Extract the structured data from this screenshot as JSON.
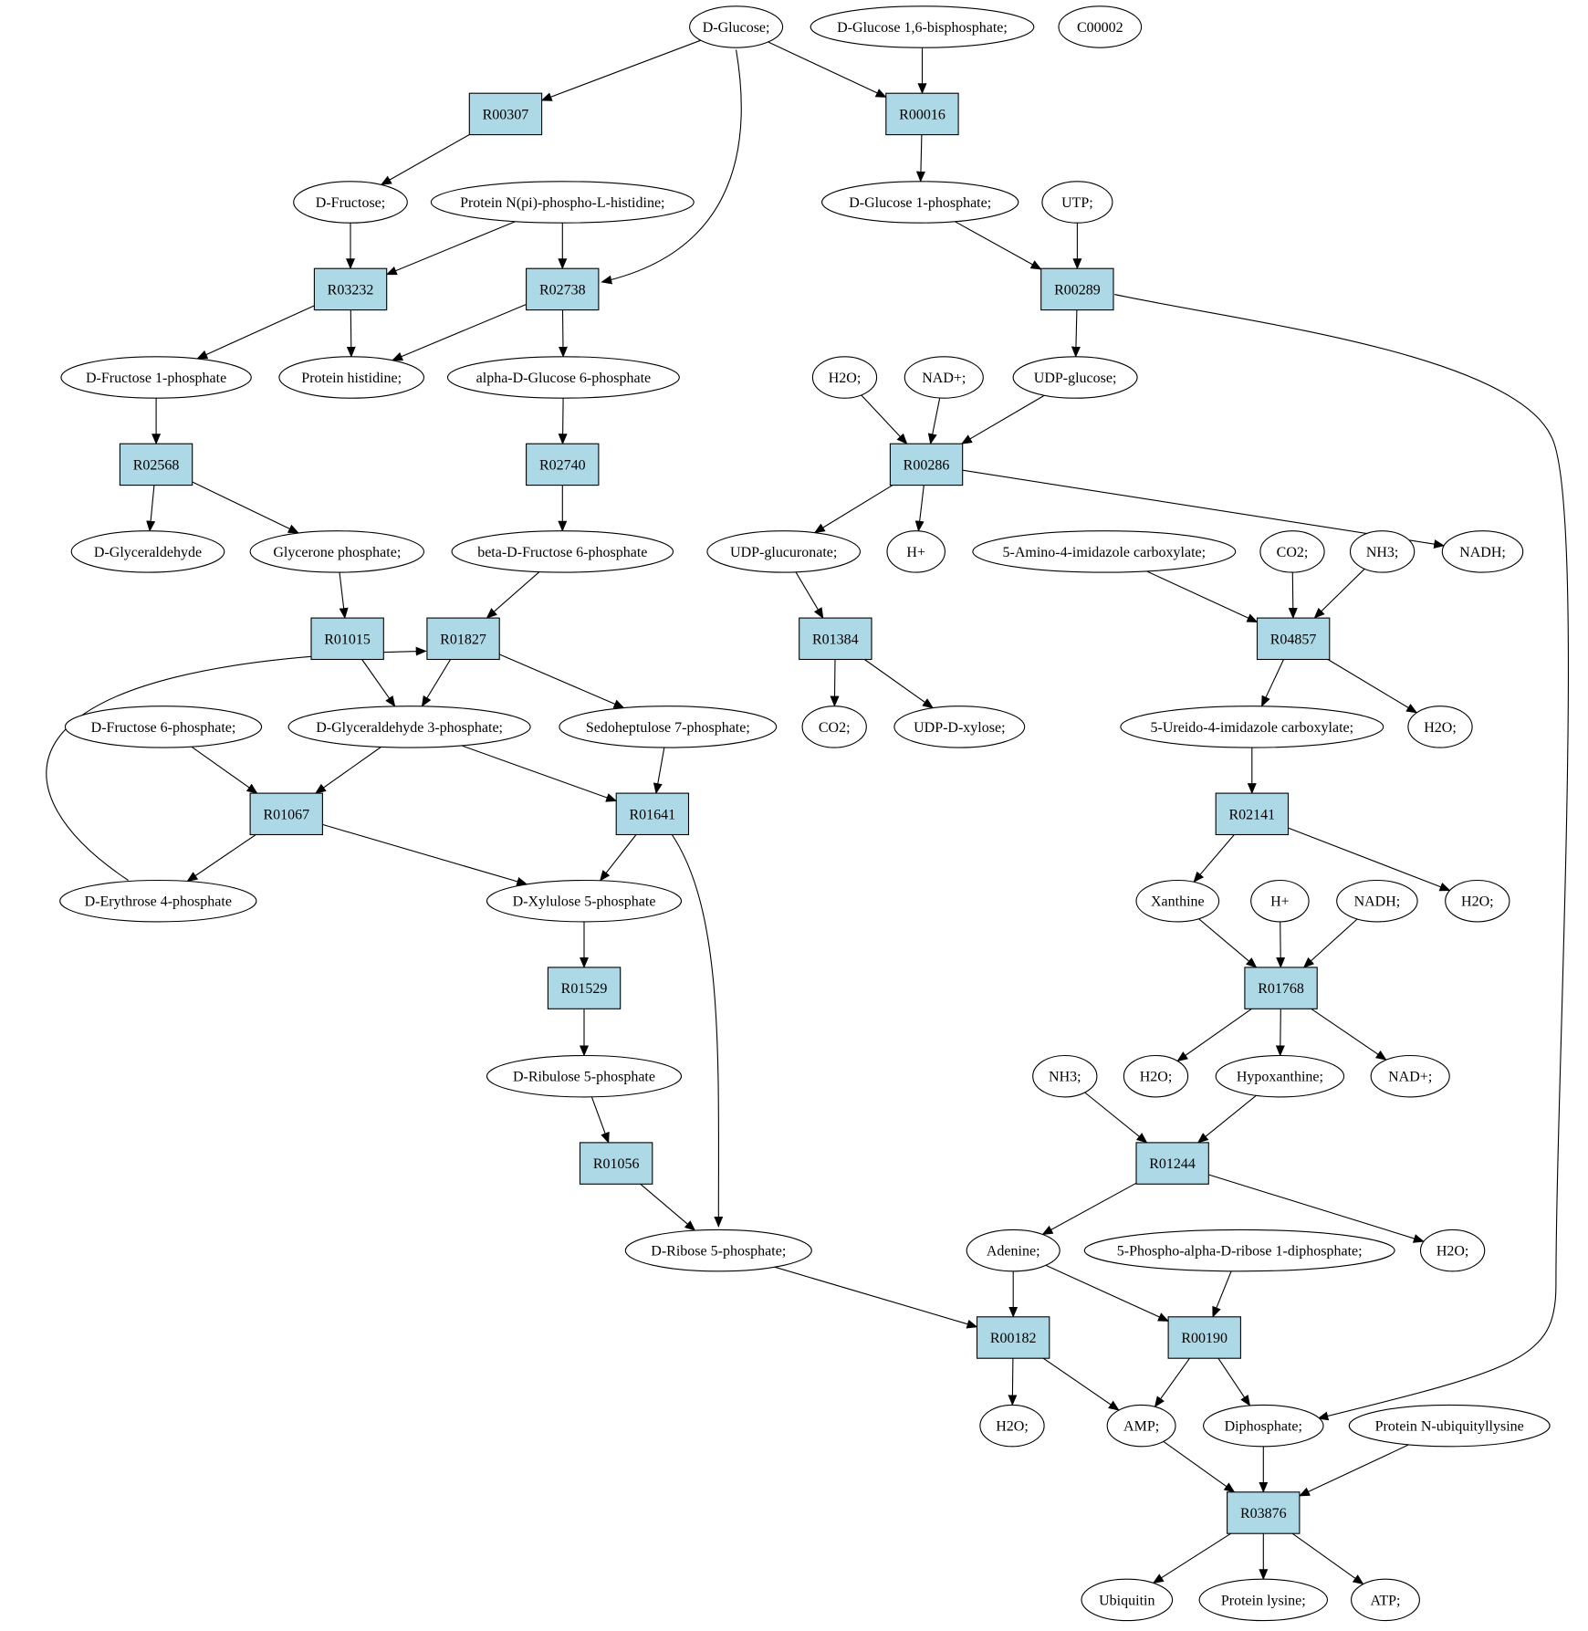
{
  "colors": {
    "metabolite_fill": "#ffffff",
    "highlight_start": "#00ee00",
    "highlight_other": "#ffff00",
    "reaction_fill": "#add8e6",
    "stroke": "#000000"
  },
  "nodes": [
    {
      "id": "m_glucose",
      "kind": "metabolite",
      "label": "D-Glucose;",
      "fill": "highlight_start"
    },
    {
      "id": "m_g16bp",
      "kind": "metabolite",
      "label": "D-Glucose 1,6-bisphosphate;"
    },
    {
      "id": "m_c00002",
      "kind": "metabolite",
      "label": "C00002",
      "fill": "highlight_other"
    },
    {
      "id": "r_R00307",
      "kind": "reaction",
      "label": "R00307"
    },
    {
      "id": "r_R00016",
      "kind": "reaction",
      "label": "R00016"
    },
    {
      "id": "m_fructose",
      "kind": "metabolite",
      "label": "D-Fructose;"
    },
    {
      "id": "m_protein_nphis",
      "kind": "metabolite",
      "label": "Protein N(pi)-phospho-L-histidine;"
    },
    {
      "id": "m_g1p",
      "kind": "metabolite",
      "label": "D-Glucose 1-phosphate;"
    },
    {
      "id": "m_utp",
      "kind": "metabolite",
      "label": "UTP;"
    },
    {
      "id": "r_R03232",
      "kind": "reaction",
      "label": "R03232"
    },
    {
      "id": "r_R02738",
      "kind": "reaction",
      "label": "R02738"
    },
    {
      "id": "r_R00289",
      "kind": "reaction",
      "label": "R00289"
    },
    {
      "id": "m_f1p",
      "kind": "metabolite",
      "label": "D-Fructose 1-phosphate"
    },
    {
      "id": "m_protein_his",
      "kind": "metabolite",
      "label": "Protein histidine;"
    },
    {
      "id": "m_ag6p",
      "kind": "metabolite",
      "label": "alpha-D-Glucose 6-phosphate"
    },
    {
      "id": "m_h2o_1",
      "kind": "metabolite",
      "label": "H2O;"
    },
    {
      "id": "m_nad_1",
      "kind": "metabolite",
      "label": "NAD+;"
    },
    {
      "id": "m_udpglc",
      "kind": "metabolite",
      "label": "UDP-glucose;"
    },
    {
      "id": "r_R02568",
      "kind": "reaction",
      "label": "R02568"
    },
    {
      "id": "r_R02740",
      "kind": "reaction",
      "label": "R02740"
    },
    {
      "id": "r_R00286",
      "kind": "reaction",
      "label": "R00286"
    },
    {
      "id": "m_glyceraldehyde",
      "kind": "metabolite",
      "label": "D-Glyceraldehyde"
    },
    {
      "id": "m_dhap",
      "kind": "metabolite",
      "label": "Glycerone phosphate;"
    },
    {
      "id": "m_bf6p",
      "kind": "metabolite",
      "label": "beta-D-Fructose 6-phosphate"
    },
    {
      "id": "m_udpglcur",
      "kind": "metabolite",
      "label": "UDP-glucuronate;"
    },
    {
      "id": "m_hplus_1",
      "kind": "metabolite",
      "label": "H+"
    },
    {
      "id": "m_aica",
      "kind": "metabolite",
      "label": "5-Amino-4-imidazole carboxylate;"
    },
    {
      "id": "m_co2_1",
      "kind": "metabolite",
      "label": "CO2;"
    },
    {
      "id": "m_nh3_1",
      "kind": "metabolite",
      "label": "NH3;"
    },
    {
      "id": "m_nadh_1",
      "kind": "metabolite",
      "label": "NADH;"
    },
    {
      "id": "r_R01015",
      "kind": "reaction",
      "label": "R01015"
    },
    {
      "id": "r_R01827",
      "kind": "reaction",
      "label": "R01827"
    },
    {
      "id": "r_R01384",
      "kind": "reaction",
      "label": "R01384"
    },
    {
      "id": "r_R04857",
      "kind": "reaction",
      "label": "R04857"
    },
    {
      "id": "m_f6p",
      "kind": "metabolite",
      "label": "D-Fructose 6-phosphate;"
    },
    {
      "id": "m_gap",
      "kind": "metabolite",
      "label": "D-Glyceraldehyde 3-phosphate;"
    },
    {
      "id": "m_s7p",
      "kind": "metabolite",
      "label": "Sedoheptulose 7-phosphate;"
    },
    {
      "id": "m_co2_2",
      "kind": "metabolite",
      "label": "CO2;"
    },
    {
      "id": "m_udpxyl",
      "kind": "metabolite",
      "label": "UDP-D-xylose;"
    },
    {
      "id": "m_uica",
      "kind": "metabolite",
      "label": "5-Ureido-4-imidazole carboxylate;"
    },
    {
      "id": "m_h2o_2",
      "kind": "metabolite",
      "label": "H2O;"
    },
    {
      "id": "r_R01067",
      "kind": "reaction",
      "label": "R01067"
    },
    {
      "id": "r_R01641",
      "kind": "reaction",
      "label": "R01641"
    },
    {
      "id": "r_R02141",
      "kind": "reaction",
      "label": "R02141"
    },
    {
      "id": "m_e4p",
      "kind": "metabolite",
      "label": "D-Erythrose 4-phosphate"
    },
    {
      "id": "m_xu5p",
      "kind": "metabolite",
      "label": "D-Xylulose 5-phosphate"
    },
    {
      "id": "m_xanthine",
      "kind": "metabolite",
      "label": "Xanthine"
    },
    {
      "id": "m_hplus_2",
      "kind": "metabolite",
      "label": "H+"
    },
    {
      "id": "m_nadh_2",
      "kind": "metabolite",
      "label": "NADH;"
    },
    {
      "id": "m_h2o_3",
      "kind": "metabolite",
      "label": "H2O;"
    },
    {
      "id": "r_R01529",
      "kind": "reaction",
      "label": "R01529"
    },
    {
      "id": "r_R01768",
      "kind": "reaction",
      "label": "R01768"
    },
    {
      "id": "m_ru5p",
      "kind": "metabolite",
      "label": "D-Ribulose 5-phosphate"
    },
    {
      "id": "m_nh3_2",
      "kind": "metabolite",
      "label": "NH3;"
    },
    {
      "id": "m_h2o_4",
      "kind": "metabolite",
      "label": "H2O;"
    },
    {
      "id": "m_hypoxanthine",
      "kind": "metabolite",
      "label": "Hypoxanthine;"
    },
    {
      "id": "m_nad_2",
      "kind": "metabolite",
      "label": "NAD+;"
    },
    {
      "id": "r_R01056",
      "kind": "reaction",
      "label": "R01056"
    },
    {
      "id": "r_R01244",
      "kind": "reaction",
      "label": "R01244"
    },
    {
      "id": "m_r5p",
      "kind": "metabolite",
      "label": "D-Ribose 5-phosphate;"
    },
    {
      "id": "m_adenine",
      "kind": "metabolite",
      "label": "Adenine;"
    },
    {
      "id": "m_prpp",
      "kind": "metabolite",
      "label": "5-Phospho-alpha-D-ribose 1-diphosphate;"
    },
    {
      "id": "m_h2o_5",
      "kind": "metabolite",
      "label": "H2O;"
    },
    {
      "id": "r_R00182",
      "kind": "reaction",
      "label": "R00182"
    },
    {
      "id": "r_R00190",
      "kind": "reaction",
      "label": "R00190"
    },
    {
      "id": "m_h2o_6",
      "kind": "metabolite",
      "label": "H2O;"
    },
    {
      "id": "m_amp",
      "kind": "metabolite",
      "label": "AMP;"
    },
    {
      "id": "m_diphosphate",
      "kind": "metabolite",
      "label": "Diphosphate;"
    },
    {
      "id": "m_protein_nublys",
      "kind": "metabolite",
      "label": "Protein N-ubiquityllysine"
    },
    {
      "id": "r_R03876",
      "kind": "reaction",
      "label": "R03876"
    },
    {
      "id": "m_ubiquitin",
      "kind": "metabolite",
      "label": "Ubiquitin"
    },
    {
      "id": "m_protein_lys",
      "kind": "metabolite",
      "label": "Protein lysine;"
    },
    {
      "id": "m_atp",
      "kind": "metabolite",
      "label": "ATP;"
    }
  ],
  "edges": [
    {
      "from": "m_glucose",
      "to": "r_R00307"
    },
    {
      "from": "m_glucose",
      "to": "r_R00016"
    },
    {
      "from": "m_glucose",
      "to": "r_R02738"
    },
    {
      "from": "m_g16bp",
      "to": "r_R00016"
    },
    {
      "from": "r_R00307",
      "to": "m_fructose"
    },
    {
      "from": "r_R00016",
      "to": "m_g1p"
    },
    {
      "from": "m_fructose",
      "to": "r_R03232"
    },
    {
      "from": "m_protein_nphis",
      "to": "r_R03232"
    },
    {
      "from": "m_protein_nphis",
      "to": "r_R02738"
    },
    {
      "from": "m_g1p",
      "to": "r_R00289"
    },
    {
      "from": "m_utp",
      "to": "r_R00289"
    },
    {
      "from": "r_R03232",
      "to": "m_f1p"
    },
    {
      "from": "r_R03232",
      "to": "m_protein_his"
    },
    {
      "from": "r_R02738",
      "to": "m_protein_his"
    },
    {
      "from": "r_R02738",
      "to": "m_ag6p"
    },
    {
      "from": "r_R00289",
      "to": "m_udpglc"
    },
    {
      "from": "r_R00289",
      "to": "m_diphosphate"
    },
    {
      "from": "m_f1p",
      "to": "r_R02568"
    },
    {
      "from": "m_ag6p",
      "to": "r_R02740"
    },
    {
      "from": "m_h2o_1",
      "to": "r_R00286"
    },
    {
      "from": "m_nad_1",
      "to": "r_R00286"
    },
    {
      "from": "m_udpglc",
      "to": "r_R00286"
    },
    {
      "from": "r_R02568",
      "to": "m_glyceraldehyde"
    },
    {
      "from": "r_R02568",
      "to": "m_dhap"
    },
    {
      "from": "r_R02740",
      "to": "m_bf6p"
    },
    {
      "from": "r_R00286",
      "to": "m_udpglcur"
    },
    {
      "from": "r_R00286",
      "to": "m_hplus_1"
    },
    {
      "from": "r_R00286",
      "to": "m_nadh_1"
    },
    {
      "from": "m_dhap",
      "to": "r_R01015"
    },
    {
      "from": "m_bf6p",
      "to": "r_R01827"
    },
    {
      "from": "m_udpglcur",
      "to": "r_R01384"
    },
    {
      "from": "m_aica",
      "to": "r_R04857"
    },
    {
      "from": "m_co2_1",
      "to": "r_R04857"
    },
    {
      "from": "m_nh3_1",
      "to": "r_R04857"
    },
    {
      "from": "r_R01015",
      "to": "m_gap"
    },
    {
      "from": "r_R01827",
      "to": "m_gap"
    },
    {
      "from": "r_R01827",
      "to": "m_s7p"
    },
    {
      "from": "r_R01384",
      "to": "m_co2_2"
    },
    {
      "from": "r_R01384",
      "to": "m_udpxyl"
    },
    {
      "from": "r_R04857",
      "to": "m_uica"
    },
    {
      "from": "r_R04857",
      "to": "m_h2o_2"
    },
    {
      "from": "m_f6p",
      "to": "r_R01067"
    },
    {
      "from": "m_gap",
      "to": "r_R01067"
    },
    {
      "from": "m_gap",
      "to": "r_R01641"
    },
    {
      "from": "m_s7p",
      "to": "r_R01641"
    },
    {
      "from": "m_uica",
      "to": "r_R02141"
    },
    {
      "from": "r_R01067",
      "to": "m_e4p"
    },
    {
      "from": "r_R01067",
      "to": "m_xu5p"
    },
    {
      "from": "r_R01641",
      "to": "m_xu5p"
    },
    {
      "from": "r_R01641",
      "to": "m_r5p"
    },
    {
      "from": "m_e4p",
      "to": "r_R01827"
    },
    {
      "from": "r_R02141",
      "to": "m_xanthine"
    },
    {
      "from": "r_R02141",
      "to": "m_h2o_3"
    },
    {
      "from": "m_xu5p",
      "to": "r_R01529"
    },
    {
      "from": "m_xanthine",
      "to": "r_R01768"
    },
    {
      "from": "m_hplus_2",
      "to": "r_R01768"
    },
    {
      "from": "m_nadh_2",
      "to": "r_R01768"
    },
    {
      "from": "r_R01529",
      "to": "m_ru5p"
    },
    {
      "from": "r_R01768",
      "to": "m_h2o_4"
    },
    {
      "from": "r_R01768",
      "to": "m_hypoxanthine"
    },
    {
      "from": "r_R01768",
      "to": "m_nad_2"
    },
    {
      "from": "m_ru5p",
      "to": "r_R01056"
    },
    {
      "from": "m_nh3_2",
      "to": "r_R01244"
    },
    {
      "from": "m_hypoxanthine",
      "to": "r_R01244"
    },
    {
      "from": "r_R01056",
      "to": "m_r5p"
    },
    {
      "from": "r_R01244",
      "to": "m_adenine"
    },
    {
      "from": "r_R01244",
      "to": "m_h2o_5"
    },
    {
      "from": "m_r5p",
      "to": "r_R00182"
    },
    {
      "from": "m_adenine",
      "to": "r_R00182"
    },
    {
      "from": "m_adenine",
      "to": "r_R00190"
    },
    {
      "from": "m_prpp",
      "to": "r_R00190"
    },
    {
      "from": "r_R00182",
      "to": "m_h2o_6"
    },
    {
      "from": "r_R00182",
      "to": "m_amp"
    },
    {
      "from": "r_R00190",
      "to": "m_amp"
    },
    {
      "from": "r_R00190",
      "to": "m_diphosphate"
    },
    {
      "from": "m_amp",
      "to": "r_R03876"
    },
    {
      "from": "m_diphosphate",
      "to": "r_R03876"
    },
    {
      "from": "m_protein_nublys",
      "to": "r_R03876"
    },
    {
      "from": "r_R03876",
      "to": "m_ubiquitin"
    },
    {
      "from": "r_R03876",
      "to": "m_protein_lys"
    },
    {
      "from": "r_R03876",
      "to": "m_atp"
    }
  ]
}
